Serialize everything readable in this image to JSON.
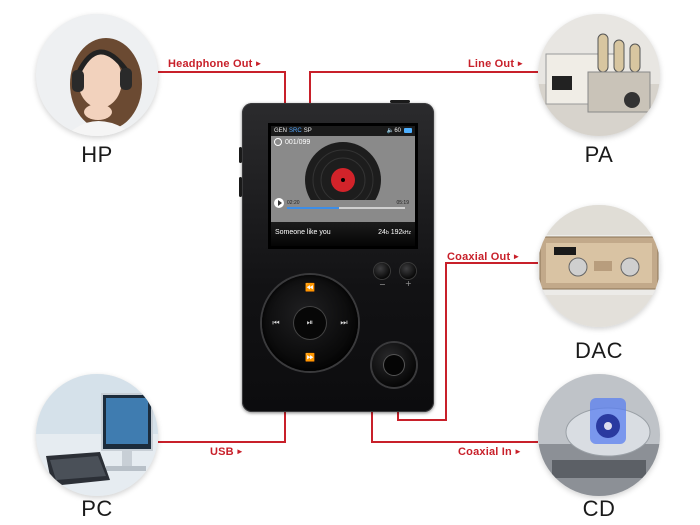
{
  "connections": {
    "headphone_out": "Headphone Out",
    "line_out": "Line Out",
    "coaxial_out": "Coaxial Out",
    "usb": "USB",
    "coaxial_in": "Coaxial In"
  },
  "devices": {
    "hp": "HP",
    "pa": "PA",
    "dac": "DAC",
    "pc": "PC",
    "cd": "CD"
  },
  "screen": {
    "eq": "GEN",
    "mode": "SRC",
    "repeat_mode": "SP",
    "volume": "60",
    "track_counter": "001/099",
    "time_elapsed": "02:20",
    "time_total": "05:19",
    "progress_fraction": 0.44,
    "song_title": "Someone like you",
    "bit_depth": "24",
    "bit_depth_unit": "b",
    "sample_rate": "192",
    "sample_rate_unit": "kHz"
  },
  "controls": {
    "prev_glyph": "⏮",
    "next_glyph": "⏭",
    "rewind_glyph": "⏪",
    "forward_glyph": "⏩",
    "play_glyph": "⏯",
    "vol_down": "−",
    "vol_up": "+"
  },
  "colors": {
    "connector": "#c8202a",
    "screen_accent": "#3d8ee8"
  }
}
